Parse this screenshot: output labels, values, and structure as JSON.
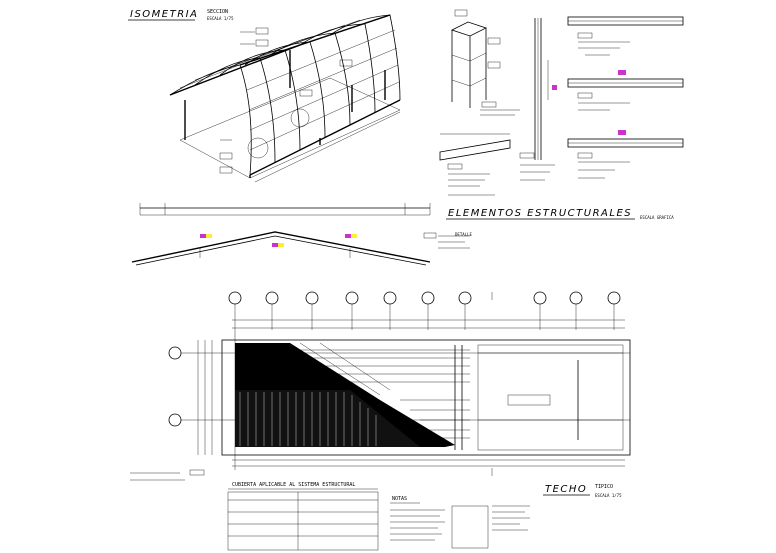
{
  "drawing": {
    "isometria": {
      "title": "ISOMETRIA",
      "sub": "SECCION",
      "scale": "ESCALA 1/75"
    },
    "elementos": {
      "title": "ELEMENTOS ESTRUCTURALES",
      "scale": "ESCALA GRAFICA"
    },
    "techo": {
      "title": "TECHO",
      "sub": "TIPICO",
      "scale": "ESCALA 1/75"
    },
    "cubierta": {
      "title": "CUBIERTA APLICABLE AL SISTEMA ESTRUCTURAL"
    },
    "notas": {
      "title": "NOTAS"
    },
    "detalle_label": "DETALLE",
    "grid_labels_top": [
      "",
      "",
      "",
      "",
      "",
      "",
      "",
      "",
      "",
      "",
      ""
    ],
    "colors": {
      "accent_magenta": "#cc33cc",
      "accent_yellow": "#ffee33",
      "line": "#000000"
    }
  }
}
